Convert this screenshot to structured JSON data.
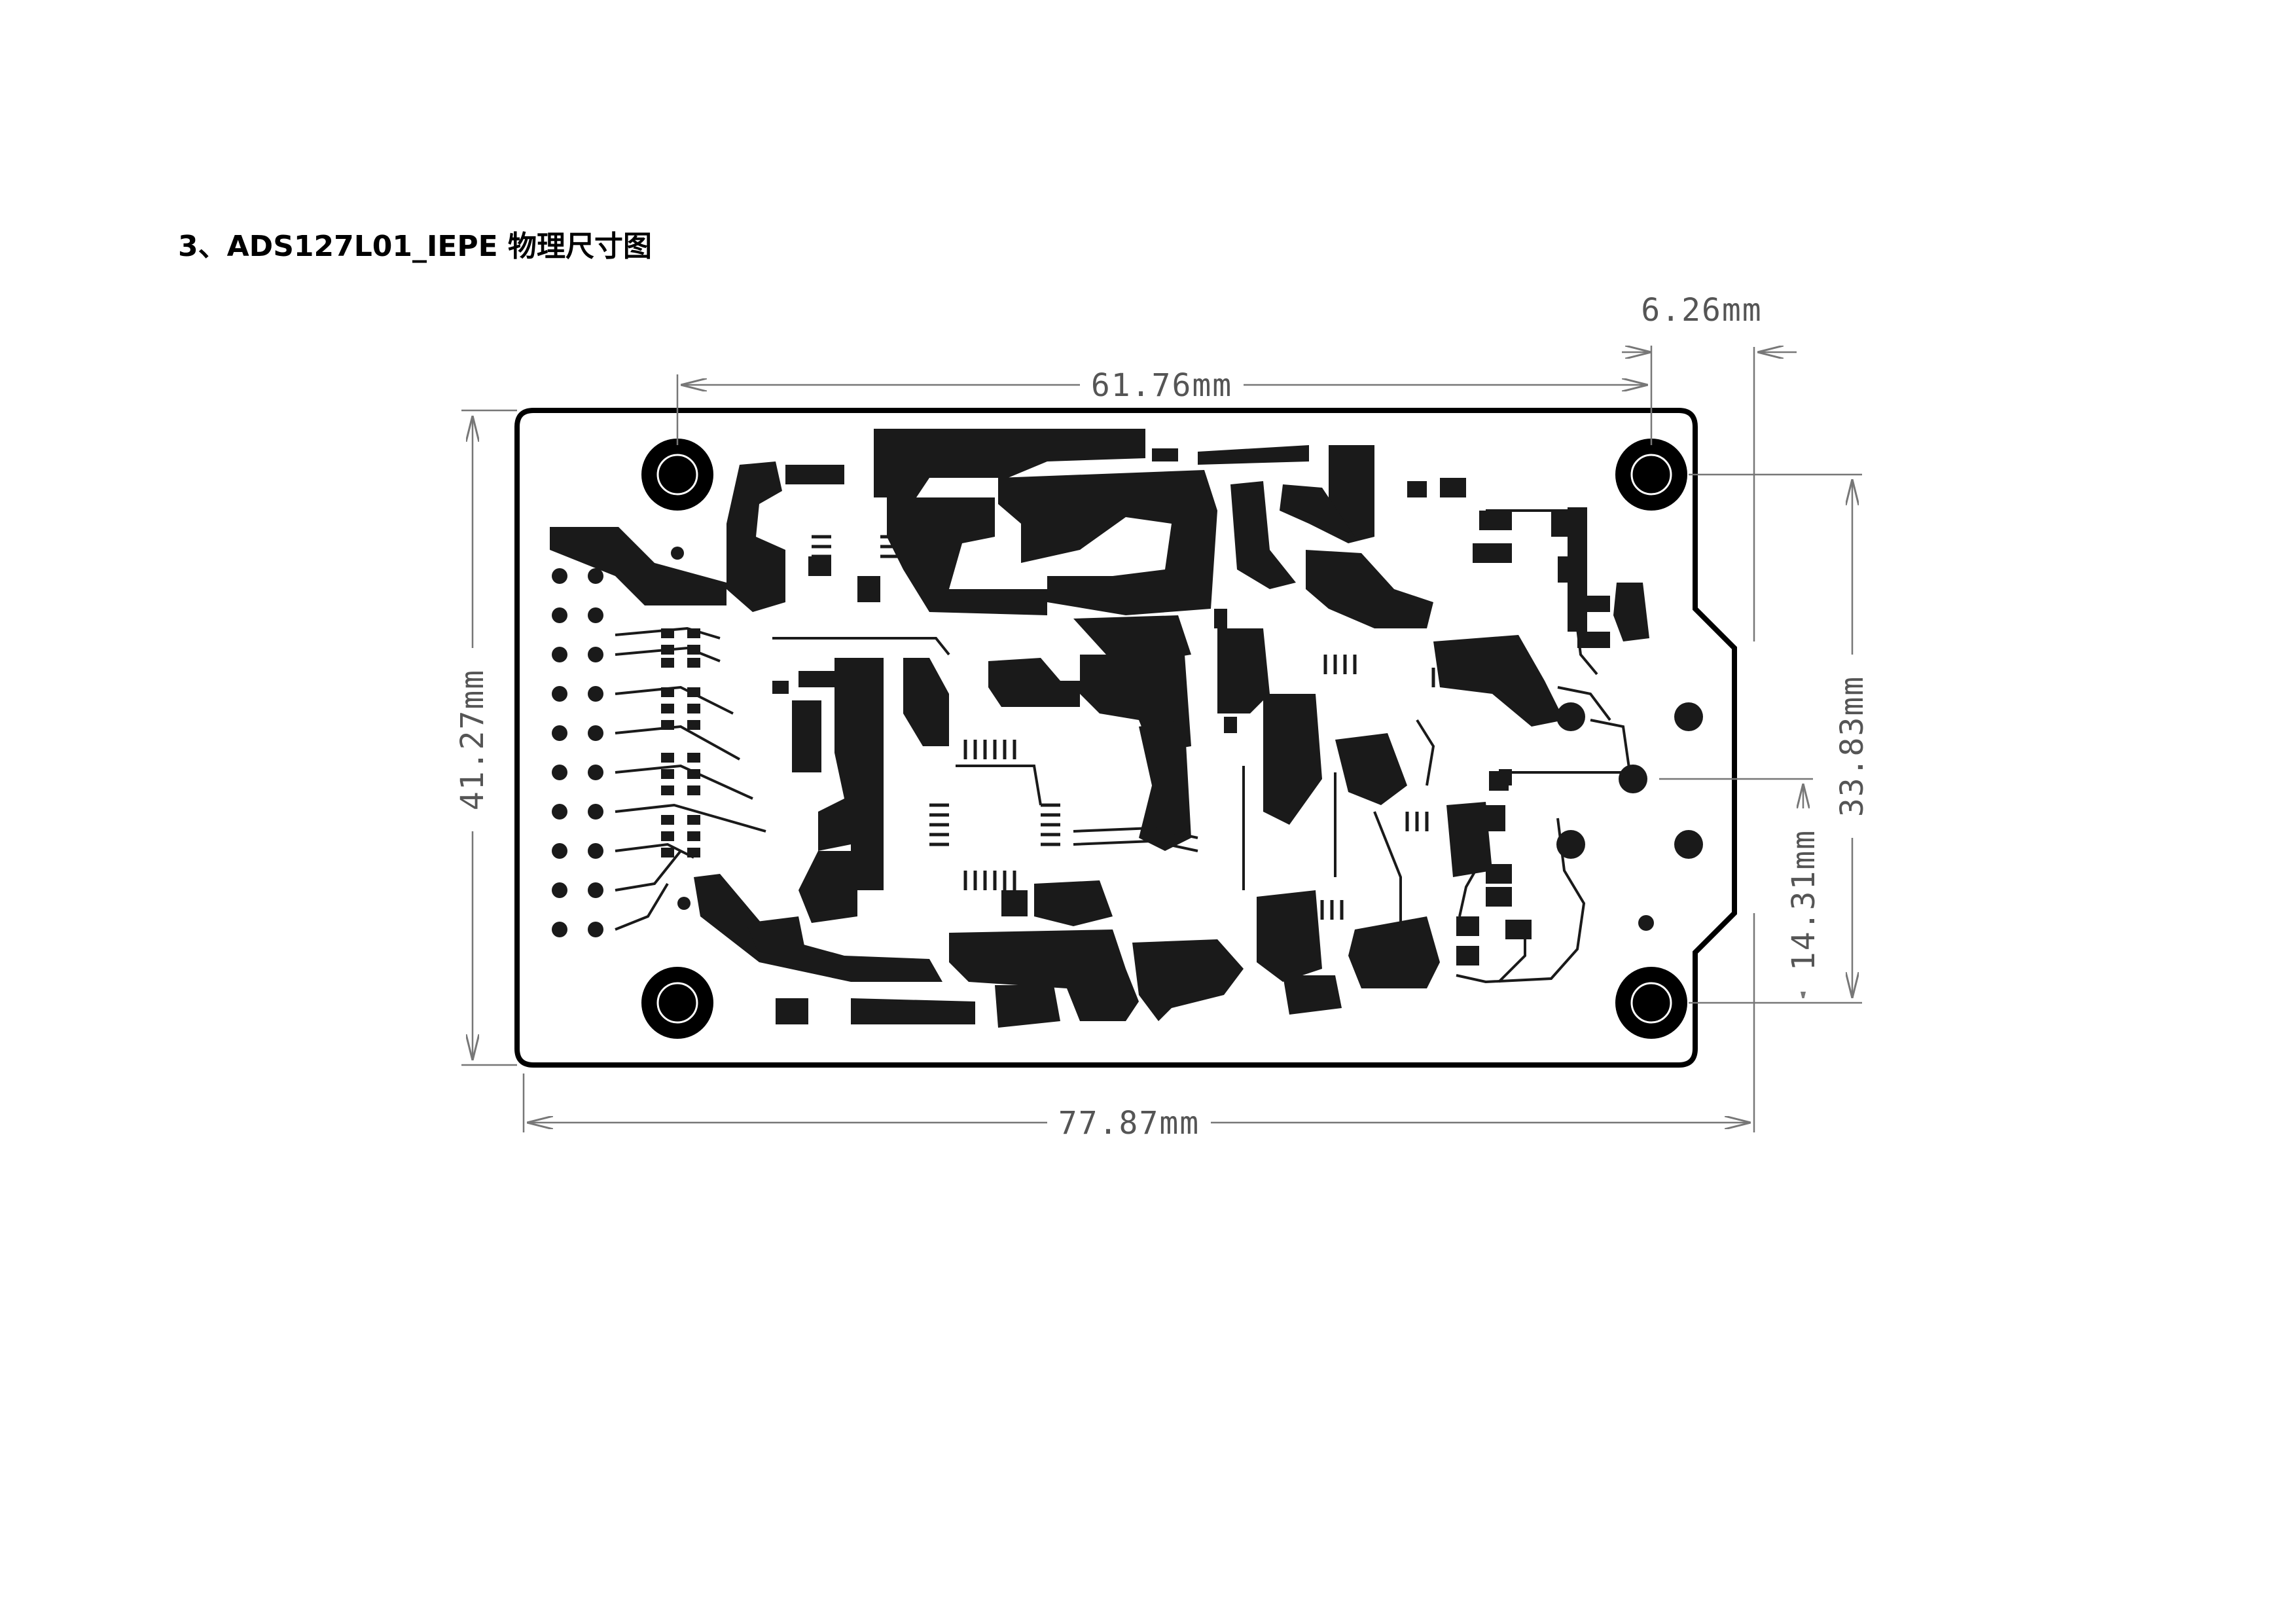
{
  "heading": "3、ADS127L01_IEPE 物理尺寸图",
  "dimensions": {
    "hole_span_width": "61.76mm",
    "tab_width": "6.26mm",
    "board_height": "41.27mm",
    "hole_span_height": "33.83mm",
    "tab_offset": "14.31mm",
    "board_width": "77.87mm"
  },
  "colors": {
    "copper": "#1a1a1a",
    "dimension_line": "#777777",
    "board_outline": "#000000",
    "background": "#ffffff"
  }
}
